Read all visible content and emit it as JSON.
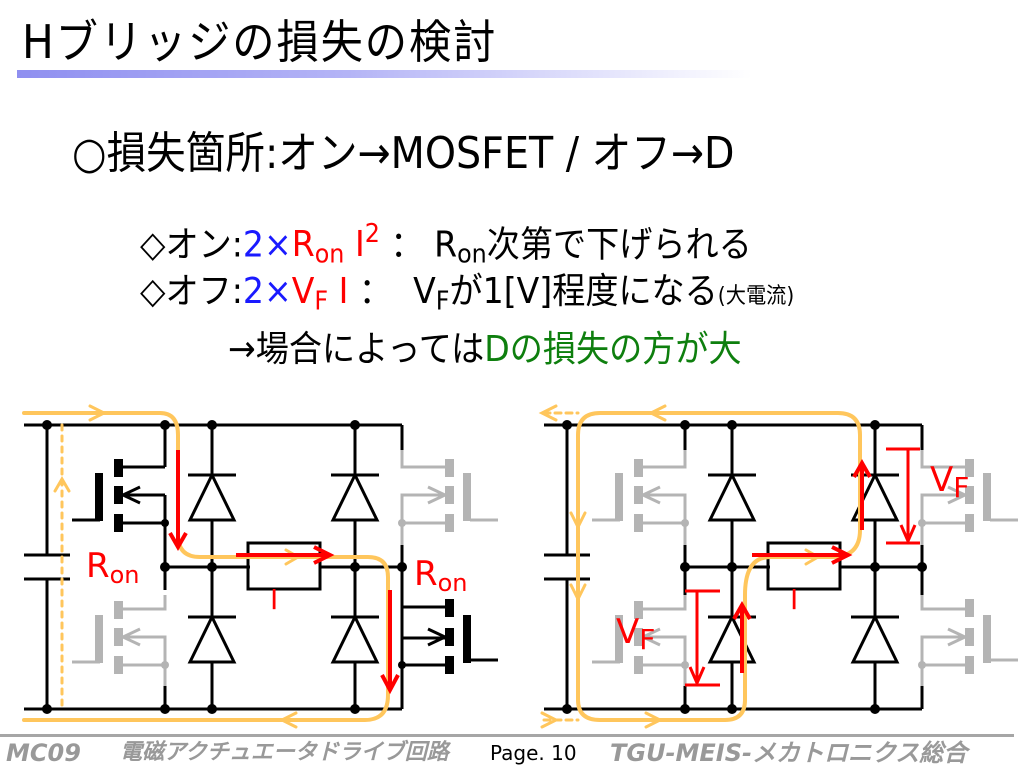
{
  "slide": {
    "title": "Hブリッジの損失の検討",
    "heading": {
      "bullet": "○",
      "text": "損失箇所:オン→MOSFET / オフ→D"
    },
    "on_line": {
      "bullet": "◇",
      "label": "オン:",
      "factor": "2×",
      "r": "R",
      "r_sub": "on",
      "current": "I",
      "exp": "2",
      "sep": " ： ",
      "note_r": "R",
      "note_r_sub": "on",
      "note": "次第で下げられる"
    },
    "off_line": {
      "bullet": "◇",
      "label": "オフ:",
      "factor": "2×",
      "v": "V",
      "v_sub": "F",
      "current": "I",
      "sep": " ： ",
      "note_v": "V",
      "note_v_sub": "F",
      "note": "が1[V]程度になる",
      "note_small": "(大電流)"
    },
    "conclusion": {
      "prefix": "→場合によっては",
      "highlight": "Dの損失の方が大"
    },
    "colors": {
      "formula_blue": "#1a1aff",
      "formula_red": "#ff0000",
      "highlight_green": "#0e7f0e",
      "current_path": "#ffc65c",
      "wire": "#000000",
      "inactive": "#b4b4b4"
    }
  },
  "diagrams": {
    "on_state": {
      "label_r1": "R",
      "label_r1_sub": "on",
      "label_r2": "R",
      "label_r2_sub": "on",
      "label_i": "I"
    },
    "off_state": {
      "label_v1": "V",
      "label_v1_sub": "F",
      "label_v2": "V",
      "label_v2_sub": "F",
      "label_i": "I"
    }
  },
  "footer": {
    "code": "MC09",
    "course": "電磁アクチュエータドライブ回路",
    "page": "Page. 10",
    "org": "TGU-MEIS-メカトロニクス総合"
  }
}
